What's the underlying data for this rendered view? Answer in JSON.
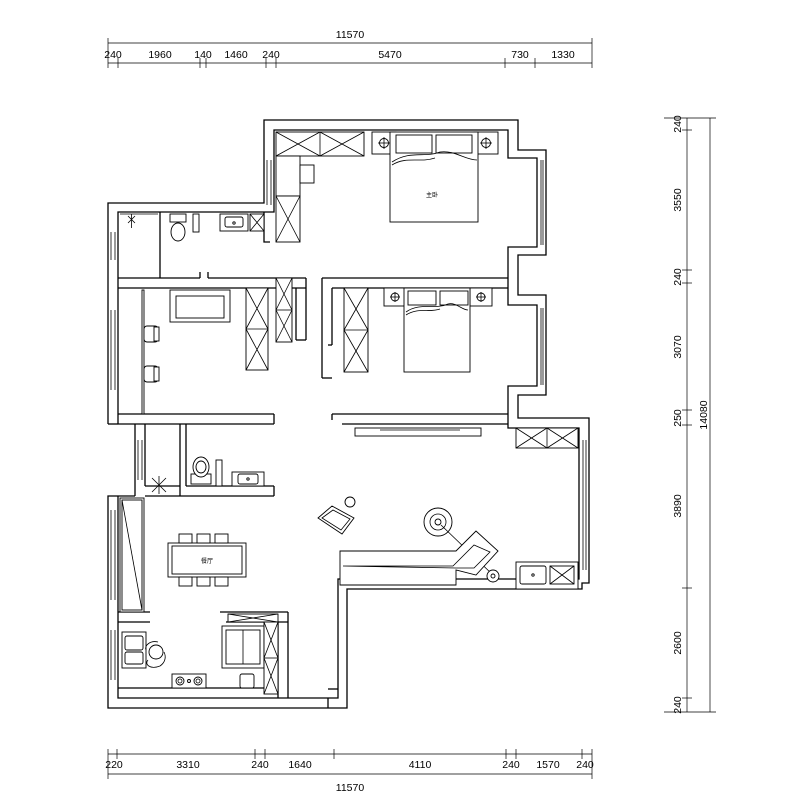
{
  "dimensions": {
    "top_total": "11570",
    "top_segments": [
      "240",
      "1960",
      "140",
      "1460",
      "240",
      "5470",
      "730",
      "1330"
    ],
    "bottom_total": "11570",
    "bottom_segments": [
      "220",
      "3310",
      "240",
      "1640",
      "4110",
      "240",
      "1570",
      "240"
    ],
    "right_total": "14080",
    "right_segments": [
      "240",
      "3550",
      "240",
      "3070",
      "250",
      "3890",
      "2600",
      "240"
    ]
  },
  "rooms": {
    "master_bedroom": "主卧",
    "dining_room": "餐厅"
  }
}
